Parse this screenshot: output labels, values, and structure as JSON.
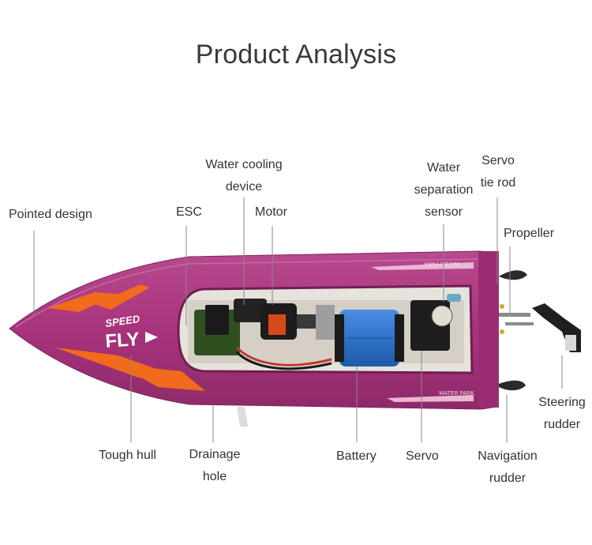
{
  "title": "Product Analysis",
  "boat": {
    "hull_color": "#a8337c",
    "accent_color": "#f26a1b",
    "brand_top": "SPEED",
    "brand_main": "FLY",
    "deck_mark_1": "WATER PARK",
    "deck_mark_2": "WATER PARK"
  },
  "battery": {
    "color": "#2f72c9"
  },
  "labels": {
    "pointed_design": "Pointed design",
    "water_cooling_1": "Water cooling",
    "water_cooling_2": "device",
    "esc": "ESC",
    "motor": "Motor",
    "water_sep_1": "Water",
    "water_sep_2": "separation",
    "water_sep_3": "sensor",
    "servo_tie_1": "Servo",
    "servo_tie_2": "tie rod",
    "propeller": "Propeller",
    "steering_1": "Steering",
    "steering_2": "rudder",
    "tough_hull": "Tough hull",
    "drainage_1": "Drainage",
    "drainage_2": "hole",
    "battery": "Battery",
    "servo": "Servo",
    "nav_1": "Navigation",
    "nav_2": "rudder"
  }
}
